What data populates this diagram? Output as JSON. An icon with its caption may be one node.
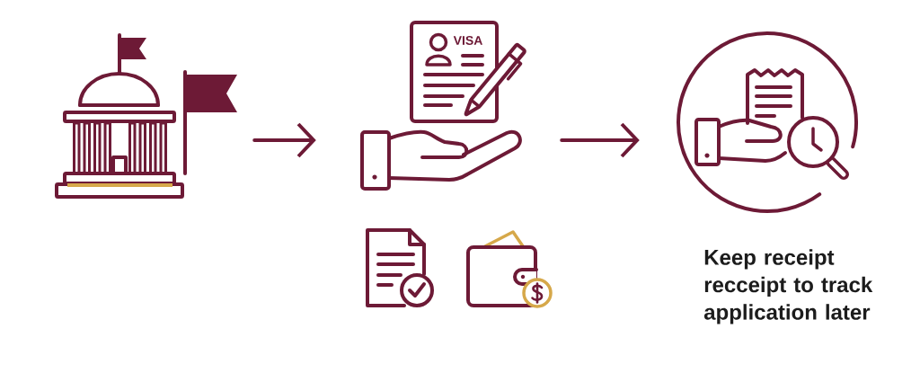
{
  "diagram": {
    "nodes": [
      {
        "text": [],
        "shape": "picture"
      },
      {
        "text": [
          "VISA"
        ]
      },
      {
        "text": [],
        "shape": "picture",
        "beside": [
          "Keep receipt recceipt to track application later"
        ]
      }
    ],
    "edges": [
      {
        "from": 0,
        "to": 1,
        "arrow": "to"
      },
      {
        "from": 1,
        "to": 2,
        "arrow": "to"
      }
    ]
  }
}
